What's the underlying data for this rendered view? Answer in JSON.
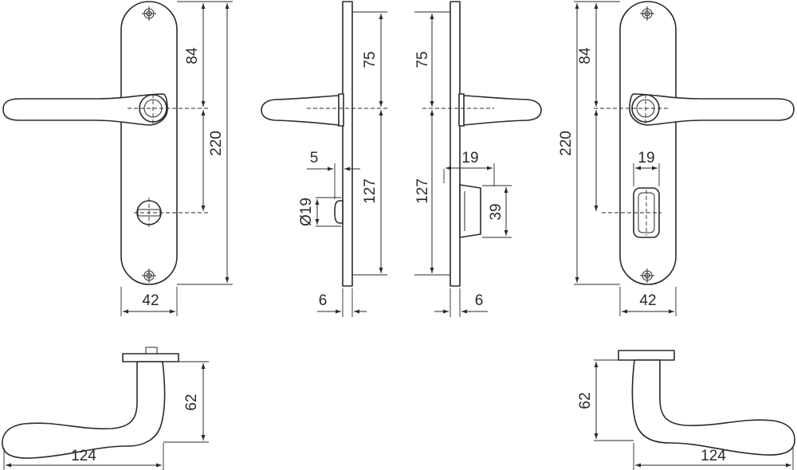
{
  "dimensions": {
    "front_left": {
      "top_to_axis": "84",
      "total_height": "220",
      "width": "42"
    },
    "side_left": {
      "top_to_axis": "75",
      "axis_to_bottom": "127",
      "offset": "5",
      "diameter": "Ø19",
      "thickness": "6"
    },
    "side_right": {
      "top_to_axis": "75",
      "axis_to_bottom": "127",
      "cylinder_width": "19",
      "cylinder_height": "39",
      "thickness": "6"
    },
    "front_right": {
      "top_to_axis": "84",
      "total_height": "220",
      "keyhole_width": "19",
      "width": "42"
    },
    "top_left": {
      "projection": "62",
      "length": "124"
    },
    "top_right": {
      "projection": "62",
      "length": "124"
    }
  },
  "icons": [
    "screw-icon",
    "turn-knob-icon",
    "cylinder-icon"
  ]
}
